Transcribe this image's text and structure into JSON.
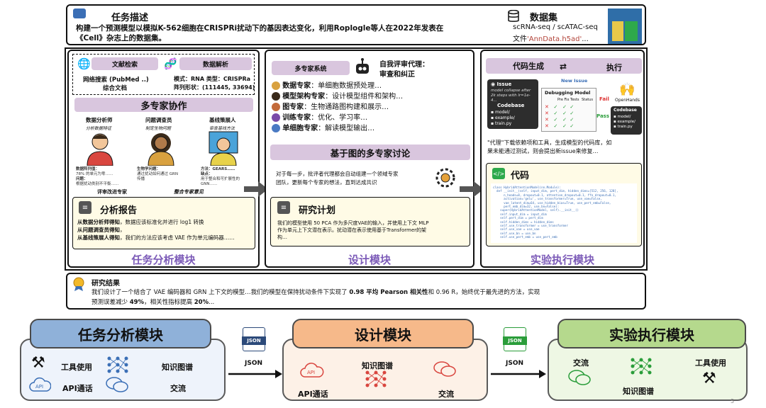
{
  "task": {
    "title": "任务描述",
    "desc1": "构建一个预测模型以模拟K-562细胞在CRISPRi扰动下的基因表达变化，利用Roplogle等人在2022年发表在",
    "desc2": "《Cell》杂志上的数据集。",
    "dataset_title": "数据集",
    "dataset_line1": "scRNA-seq / scATAC-seq",
    "dataset_file_prefix": "文件",
    "dataset_file": "'AnnData.h5ad'",
    "dataset_file_suffix": "..."
  },
  "analysis": {
    "lit_label": "文献检索",
    "parse_label": "数据解析",
    "lit_line1": "网络搜索 (PubMed ..)",
    "lit_line2": "综合文档",
    "parse_line1": "模式：RNA 类型：CRISPRa",
    "parse_line2": "阵列形状：(111445, 33694)",
    "collab_title": "多专家协作",
    "expert1": "数据分析师",
    "expert2": "问题调查员",
    "expert3": "基线策展人",
    "sub1": "分析数据特征",
    "sub2": "制定生物问题",
    "sub3": "审查基线方法",
    "e1_t1": "数据阵列值：",
    "e1_t2": "78% 的单元为零……",
    "e1_t3": "问题：",
    "e1_t4": "根据扰动类别不平衡……",
    "e2_t1": "生物学问题：",
    "e2_t2": "通过扰动如何通过 GRN",
    "e2_t3": "传播",
    "e3_t1": "方法：GEARS……",
    "e3_t2": "缺点：",
    "e3_t3": "用于整合和可扩展性的",
    "e3_t4": "GNN……",
    "review_label": "评审改进专家",
    "iterate_label": "整合专家意见",
    "report_title": "分析报告",
    "report1_b": "从数据分析师得知",
    "report1": "，数据应该标准化并进行 log1 转换",
    "report2_b": "从问题调查员得知",
    "report2": "，",
    "report3_b": "从基线策展人得知",
    "report3": "，我们的方法应该考虑 VAE 作为单元编码器……",
    "module_label": "任务分析模块"
  },
  "design": {
    "multi_label": "多专家系统",
    "critic_line1": "自我评审代理：",
    "critic_line2": "审查和纠正",
    "experts": [
      {
        "role": "数据专家",
        "text": "：单细胞数据预处理…"
      },
      {
        "role": "模型架构专家",
        "text": "：设计模型组件和架构…"
      },
      {
        "role": "图专家",
        "text": "：生物通路图构建和展示…"
      },
      {
        "role": "训练专家",
        "text": "：优化、学习率…"
      },
      {
        "role": "单细胞专家",
        "text": "：解读模型输出…"
      }
    ],
    "graph_title": "基于图的多专家讨论",
    "graph_text1": "对于每一步，批评者代理都会自动组建一个领域专家",
    "graph_text2": "团队，更新每个专家的想法，直到达成共识",
    "plan_title": "研究计划",
    "plan_text1": "我们的模型使用 50 PCA 作为多尺度VAE的输入，并使用上下文 MLP",
    "plan_text2": "作为单元上下文潜在表示。扰动潜在表示使用基于Transformer的架",
    "plan_text3": "构…",
    "module_label": "设计模块"
  },
  "execution": {
    "codegen": "代码生成",
    "execute": "执行",
    "issue_label": "Issue",
    "issue_text": "model collapse after 2k steps with lr=1e-4...",
    "new_issue": "New Issue",
    "codebase": "Codebase",
    "model_dir": "model/",
    "example_dir": "example/",
    "train_file": "train.py",
    "debug_model": "Debugging Model",
    "col_pre": "Pre Fix",
    "col_tests": "Tests",
    "col_status": "Status",
    "fail": "Fail",
    "pass": "Pass",
    "openhands": "OpenHands",
    "desc1": "\"代理\"下载依赖项和工具，生成模型的代码库，如",
    "desc2": "果未能通过测试，则会提出新issue来修复…",
    "code_title": "代码",
    "module_label": "实验执行模块"
  },
  "result": {
    "title": "研究结果",
    "line1_a": "我们设计了一个结合了 VAE 编码器和 GRN 上下文的模型…我们的模型在保持扰动条件下实现了 ",
    "line1_b": "0.98 平均 Pearson 相关性",
    "line1_c": "和 0.96 R，始终优于最先进的方法，实现",
    "line2_a": "预测误差减少 ",
    "line2_b": "49%",
    "line2_c": "，相关性指标提高 ",
    "line2_d": "20%",
    "line2_e": "..."
  },
  "bottom": {
    "m1_title": "任务分析模块",
    "m1_tool": "工具使用",
    "m1_kg": "知识图谱",
    "m1_api": "API通话",
    "m1_comm": "交流",
    "json1": "JSON",
    "json1_caption": "JSON",
    "m2_title": "设计模块",
    "m2_kg": "知识图谱",
    "m2_api": "API通话",
    "m2_comm": "交流",
    "json2": "JSON",
    "json2_caption": "JSON",
    "m3_title": "实验执行模块",
    "m3_comm": "交流",
    "m3_tool": "工具使用",
    "m3_kg": "知识图谱",
    "page_number": "5"
  },
  "colors": {
    "purple_panel": "#d9c6de",
    "module_text": "#7c5bb8",
    "blue_module": "#8fb1d9",
    "orange_module": "#f6b98a",
    "green_module": "#b5d98d",
    "fail_red": "#d33",
    "pass_green": "#2a9d3a"
  }
}
